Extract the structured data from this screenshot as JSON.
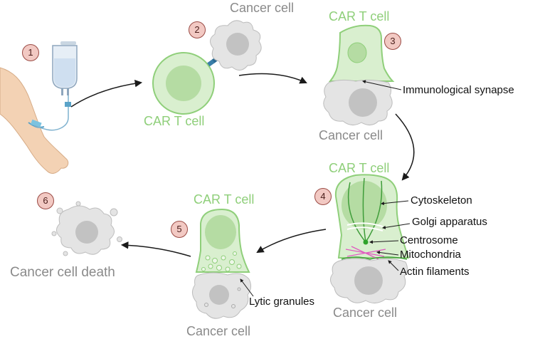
{
  "steps": [
    "1",
    "2",
    "3",
    "4",
    "5",
    "6"
  ],
  "labels": {
    "step2_cancer": "Cancer cell",
    "step2_car": "CAR T cell",
    "step3_car": "CAR T cell",
    "step3_cancer": "Cancer cell",
    "synapse": "Immunological synapse",
    "step4_car": "CAR T cell",
    "step4_cancer": "Cancer cell",
    "cytoskeleton": "Cytoskeleton",
    "golgi": "Golgi apparatus",
    "centrosome": "Centrosome",
    "mitochondria": "Mitochondria",
    "actin": "Actin filaments",
    "step5_car": "CAR T cell",
    "step5_cancer": "Cancer cell",
    "lytic": "Lytic granules",
    "death": "Cancer cell death"
  },
  "colors": {
    "car_fill": "#d9efcf",
    "car_stroke": "#8fcf7a",
    "car_nucleus": "#b5dca3",
    "cancer_fill": "#e4e4e4",
    "cancer_stroke": "#bdbdbd",
    "cancer_nucleus": "#c2c2c2",
    "step_badge": "#f2c9c3",
    "arrow": "#1a1a1a"
  }
}
